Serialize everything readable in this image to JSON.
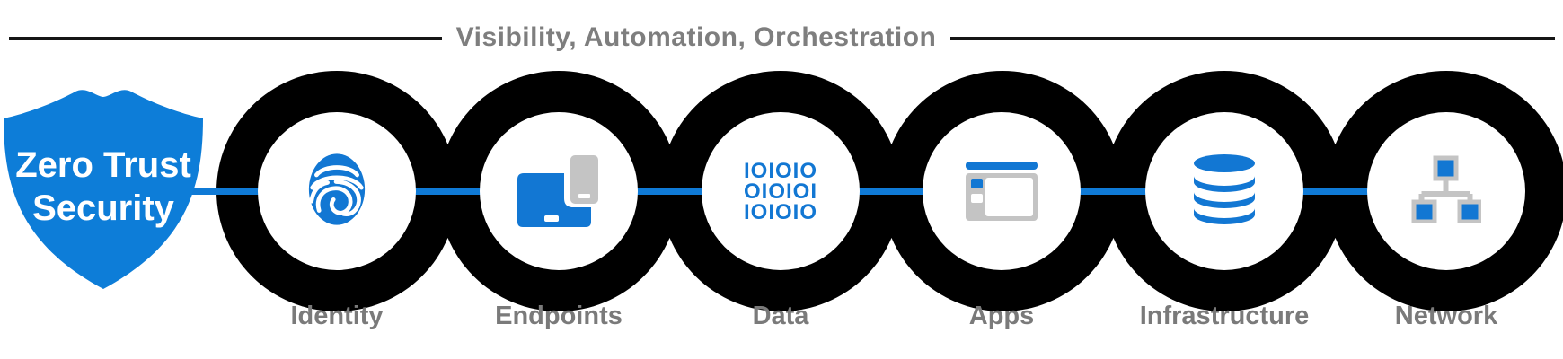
{
  "header": {
    "title": "Visibility, Automation, Orchestration"
  },
  "shield": {
    "line1": "Zero Trust",
    "line2": "Security"
  },
  "nodes": [
    {
      "label": "Identity",
      "icon": "fingerprint-icon"
    },
    {
      "label": "Endpoints",
      "icon": "laptop-and-phone-icon"
    },
    {
      "label": "Data",
      "icon": "binary-code-icon",
      "binary": [
        "IOIOIO",
        "OIOIOI",
        "IOIOIO"
      ]
    },
    {
      "label": "Apps",
      "icon": "app-window-icon"
    },
    {
      "label": "Infrastructure",
      "icon": "database-icon"
    },
    {
      "label": "Network",
      "icon": "network-nodes-icon"
    }
  ],
  "colors": {
    "shield_blue": "#0d7dd8",
    "icon_blue": "#1277d3",
    "connector_blue": "#0f7ad6",
    "ring_black": "#000000",
    "device_gray": "#c4c4c4",
    "label_gray": "#7a7a7a",
    "title_gray": "#7e7e7e",
    "rule_dark": "#161616"
  }
}
